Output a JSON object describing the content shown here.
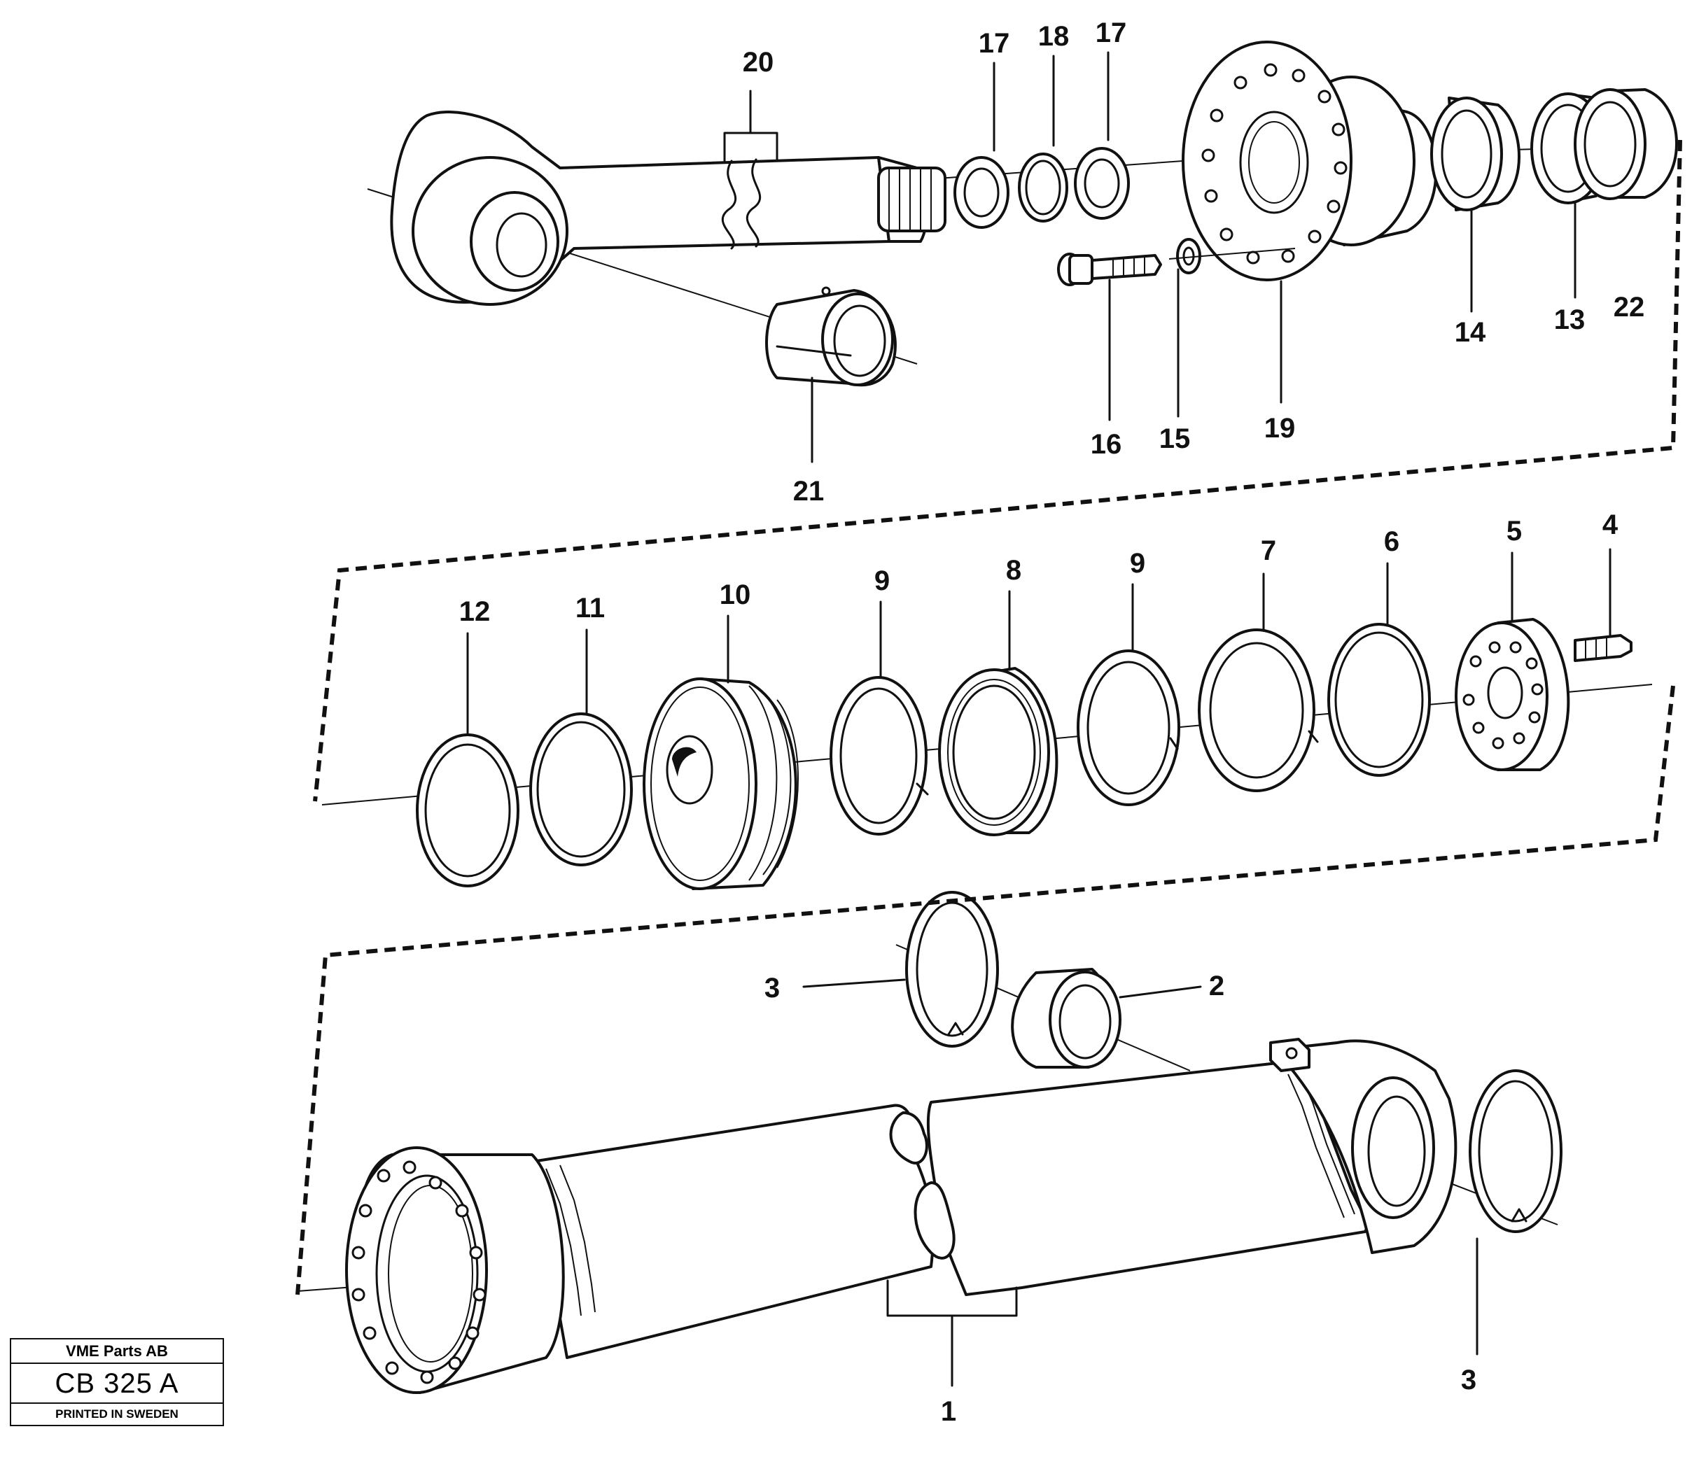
{
  "title_block": {
    "company": "VME Parts AB",
    "code": "CB 325 A",
    "printed": "PRINTED IN SWEDEN"
  },
  "labels": {
    "p1": "1",
    "p2": "2",
    "p3a": "3",
    "p3b": "3",
    "p4": "4",
    "p5": "5",
    "p6": "6",
    "p7": "7",
    "p8": "8",
    "p9a": "9",
    "p9b": "9",
    "p10": "10",
    "p11": "11",
    "p12": "12",
    "p13": "13",
    "p14": "14",
    "p15": "15",
    "p16": "16",
    "p17a": "17",
    "p17b": "17",
    "p18": "18",
    "p19": "19",
    "p20": "20",
    "p21": "21",
    "p22": "22"
  }
}
